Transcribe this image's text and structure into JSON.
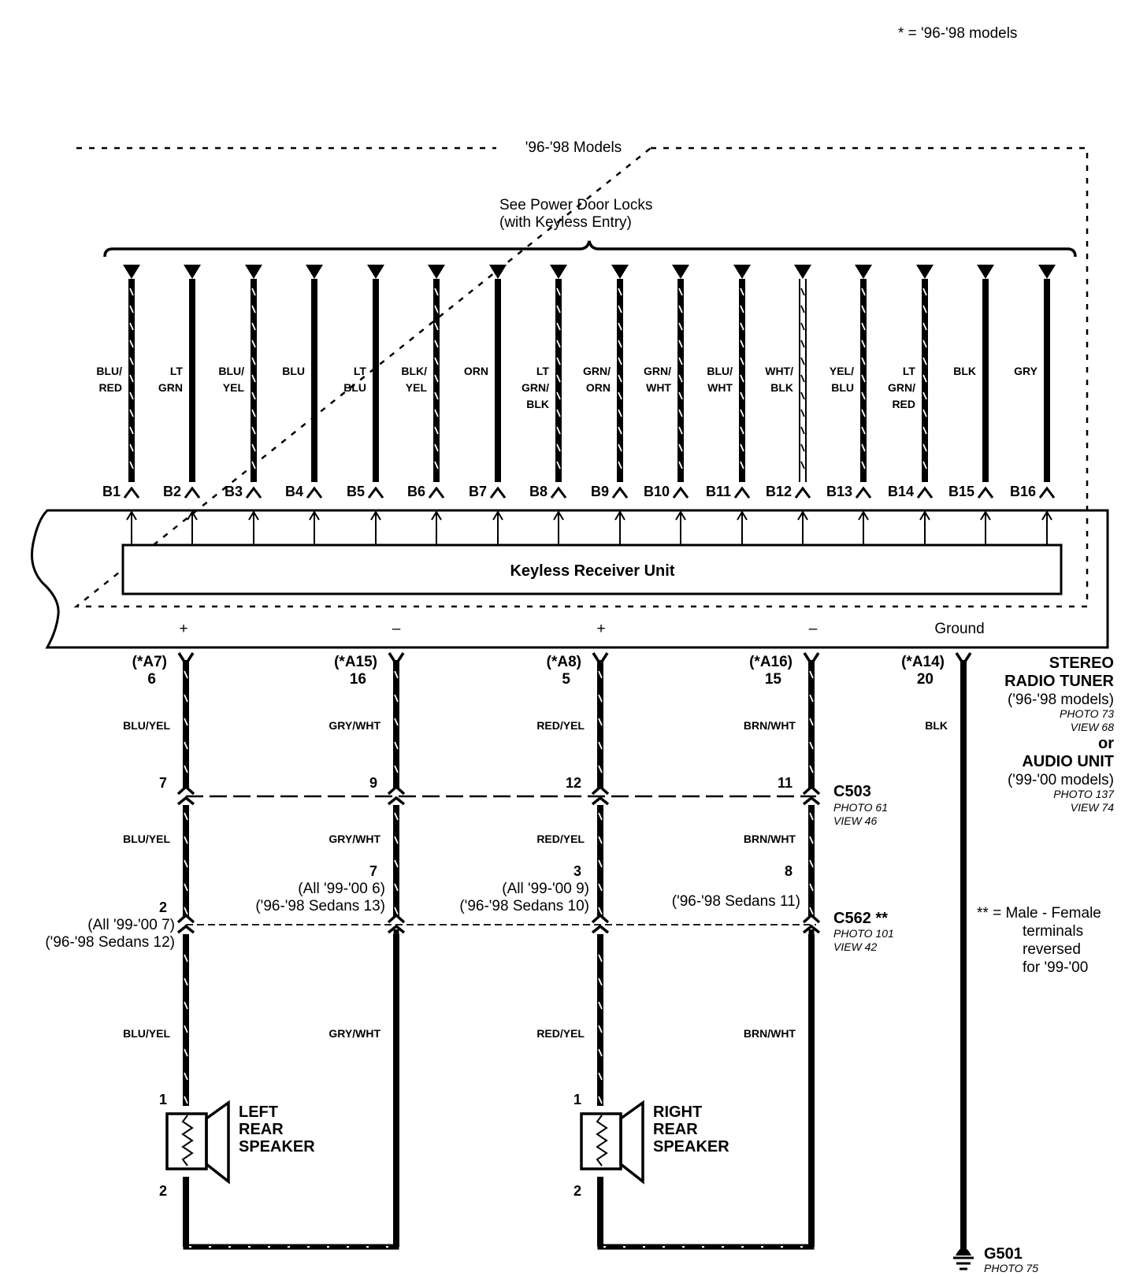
{
  "legend_note": "* = '96-'98 models",
  "models_box_title": "'96-'98 Models",
  "see_ref": [
    "See Power Door Locks",
    "(with Keyless Entry)"
  ],
  "receiver_label": "Keyless Receiver Unit",
  "top_wires": [
    {
      "pin": "B1",
      "color": [
        "BLU/",
        "RED"
      ],
      "stripe": true
    },
    {
      "pin": "B2",
      "color": [
        "LT",
        "GRN"
      ],
      "stripe": false
    },
    {
      "pin": "B3",
      "color": [
        "BLU/",
        "YEL"
      ],
      "stripe": true
    },
    {
      "pin": "B4",
      "color": [
        "BLU"
      ],
      "stripe": false
    },
    {
      "pin": "B5",
      "color": [
        "LT",
        "BLU"
      ],
      "stripe": false
    },
    {
      "pin": "B6",
      "color": [
        "BLK/",
        "YEL"
      ],
      "stripe": true
    },
    {
      "pin": "B7",
      "color": [
        "ORN"
      ],
      "stripe": false
    },
    {
      "pin": "B8",
      "color": [
        "LT",
        "GRN/",
        "BLK"
      ],
      "stripe": true
    },
    {
      "pin": "B9",
      "color": [
        "GRN/",
        "ORN"
      ],
      "stripe": true
    },
    {
      "pin": "B10",
      "color": [
        "GRN/",
        "WHT"
      ],
      "stripe": true
    },
    {
      "pin": "B11",
      "color": [
        "BLU/",
        "WHT"
      ],
      "stripe": true
    },
    {
      "pin": "B12",
      "color": [
        "WHT/",
        "BLK"
      ],
      "stripe": true,
      "hollow": true
    },
    {
      "pin": "B13",
      "color": [
        "YEL/",
        "BLU"
      ],
      "stripe": true
    },
    {
      "pin": "B14",
      "color": [
        "LT",
        "GRN/",
        "RED"
      ],
      "stripe": true
    },
    {
      "pin": "B15",
      "color": [
        "BLK"
      ],
      "stripe": false
    },
    {
      "pin": "B16",
      "color": [
        "GRY"
      ],
      "stripe": false
    }
  ],
  "polarity": [
    "+",
    "–",
    "+",
    "–"
  ],
  "ground_label": "Ground",
  "stereo": {
    "title": [
      "STEREO",
      "RADIO TUNER"
    ],
    "models": "('96-'98 models)",
    "photo": "PHOTO 73",
    "view": "VIEW 68",
    "or": "or",
    "alt_title": "AUDIO UNIT",
    "alt_models": "('99-'00 models)",
    "alt_photo": "PHOTO 137",
    "alt_view": "VIEW 74"
  },
  "bottom_wires": [
    {
      "top_pin_alt": "(*A7)",
      "top_pin": "6",
      "color": "BLU/YEL",
      "c503_pin": "7",
      "c562_pin": "2",
      "c562_notes": [
        "(All '99-'00 7)",
        "('96-'98 Sedans 12)"
      ]
    },
    {
      "top_pin_alt": "(*A15)",
      "top_pin": "16",
      "color": "GRY/WHT",
      "c503_pin": "9",
      "c562_pin": "7",
      "c562_notes": [
        "(All '99-'00 6)",
        "('96-'98 Sedans 13)"
      ]
    },
    {
      "top_pin_alt": "(*A8)",
      "top_pin": "5",
      "color": "RED/YEL",
      "c503_pin": "12",
      "c562_pin": "3",
      "c562_notes": [
        "(All '99-'00 9)",
        "('96-'98 Sedans 10)"
      ]
    },
    {
      "top_pin_alt": "(*A16)",
      "top_pin": "15",
      "color": "BRN/WHT",
      "c503_pin": "11",
      "c562_pin": "8",
      "c562_notes": [
        "('96-'98 Sedans 11)"
      ]
    },
    {
      "top_pin_alt": "(*A14)",
      "top_pin": "20",
      "color": "BLK"
    }
  ],
  "c503": {
    "name": "C503",
    "photo": "PHOTO 61",
    "view": "VIEW 46"
  },
  "c562": {
    "name": "C562 **",
    "photo": "PHOTO 101",
    "view": "VIEW 42"
  },
  "male_female_note": [
    "** = Male - Female",
    "terminals",
    "reversed",
    "for '99-'00"
  ],
  "left_speaker": {
    "label": [
      "LEFT",
      "REAR",
      "SPEAKER"
    ],
    "pin_top": "1",
    "pin_bottom": "2"
  },
  "right_speaker": {
    "label": [
      "RIGHT",
      "REAR",
      "SPEAKER"
    ],
    "pin_top": "1",
    "pin_bottom": "2"
  },
  "ground_point": {
    "name": "G501",
    "photo": "PHOTO 75"
  }
}
